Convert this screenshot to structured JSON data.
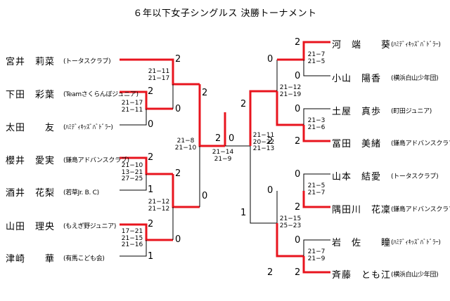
{
  "title": "６年以下女子シングルス 決勝トーナメント",
  "left_players": [
    {
      "name": "宮井　莉菜",
      "club": "(トータスクラブ)"
    },
    {
      "name": "下田　彩葉",
      "club": "(Teamさくらんぼジュニア)"
    },
    {
      "name": "太田　　友",
      "club": "(ﾊﾐﾃﾞｨｷｯｽﾞﾊﾞﾄﾞﾗｰ)"
    },
    {
      "name": "櫻井　愛実",
      "club": "(鎌島アドバンスクラブ)"
    },
    {
      "name": "酒井　花梨",
      "club": "(若草Jr. B. C)"
    },
    {
      "name": "山田　理央",
      "club": "(もえぎ野ジュニア)"
    },
    {
      "name": "津崎　　華",
      "club": "(有馬こども会)"
    }
  ],
  "right_players": [
    {
      "name": "河　端　　葵",
      "club": "(ﾊﾐﾃﾞｨｷｯｽﾞﾊﾞﾄﾞﾗｰ)"
    },
    {
      "name": "小山　陽香",
      "club": "(横浜白山少年団)"
    },
    {
      "name": "土屋　真歩",
      "club": "(町田ジュニア)"
    },
    {
      "name": "冨田　美緒",
      "club": "(鎌島アドバンスクラブ)"
    },
    {
      "name": "山本　結愛",
      "club": "(トータスクラブ)"
    },
    {
      "name": "隅田川　花凜",
      "club": "(鎌島アドバンスクラブ)"
    },
    {
      "name": "岩　佐　　瞳",
      "club": "(ﾊﾐﾃﾞｨｷｯｽﾞﾊﾞﾄﾞﾗｰ)"
    },
    {
      "name": "斉藤　とも江",
      "club": "(横浜白山少年団)"
    }
  ],
  "scores": {
    "l_r1_shimoda": "2",
    "l_r1_ota": "0",
    "l_r1_sakurai": "2",
    "l_r1_sakai": "1",
    "l_r1_yamada": "2",
    "l_r1_tsuzaki": "1",
    "l_r2_miyai": "2",
    "l_r2_shimoda": "0",
    "l_r2_sakurai": "2",
    "l_r2_yamada": "0",
    "l_sf_top": "2",
    "l_sf_bottom": "0",
    "r_r1_kawabata": "2",
    "r_r1_koyama": "0",
    "r_r1_tsuchiya": "0",
    "r_r1_tomita": "2",
    "r_r1_yamamoto": "0",
    "r_r1_sumidagawa": "2",
    "r_r1_iwasa": "0",
    "r_r1_saito": "2",
    "r_r2_kawabata": "0",
    "r_r2_tomita": "2",
    "r_r2_sumidagawa": "0",
    "r_r2_saito": "2",
    "r_sf_top": "2",
    "r_sf_bottom": "1",
    "final_left": "2",
    "final_right": "0"
  },
  "sets": {
    "l_r1_a": "21−17\n21−11",
    "l_r1_b": "21−10\n13−21\n27−25",
    "l_r1_c": "17−21\n21−15\n21−16",
    "l_r2_a": "21−11\n21−17",
    "l_r2_b": "21−12\n21−12",
    "l_sf": "21−8\n21−10",
    "final": "21−14\n21−9",
    "r_r1_a": "21−7\n21−5",
    "r_r1_b": "21−3\n21−6",
    "r_r1_c": "21−5\n21−7",
    "r_r1_d": "21−7\n21−9",
    "r_r2_a": "21−12\n21−19",
    "r_r2_b": "21−15\n25−23",
    "r_sf": "21−11\n20−22\n21−13"
  },
  "colors": {
    "winner": "#e8141e",
    "loser": "#000000"
  }
}
